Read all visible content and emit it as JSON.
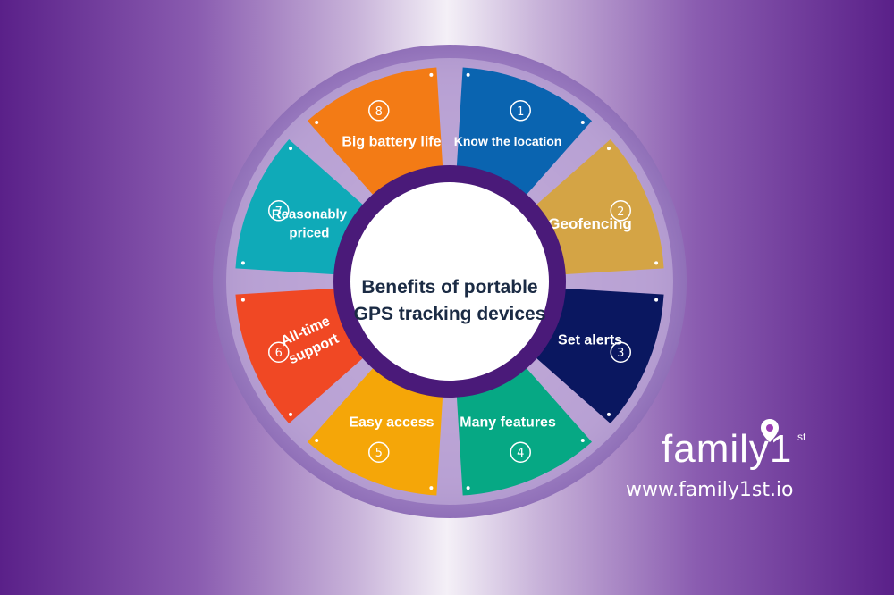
{
  "center": {
    "line1": "Benefits of portable",
    "line2": "GPS tracking devices"
  },
  "segments": [
    {
      "num": "1",
      "lines": [
        "Know the location"
      ],
      "color": "#0a64b0",
      "icon": "number-circle-icon"
    },
    {
      "num": "2",
      "lines": [
        "Geofencing"
      ],
      "color": "#d4a445",
      "icon": "number-circle-icon"
    },
    {
      "num": "3",
      "lines": [
        "Set alerts"
      ],
      "color": "#0a1760",
      "icon": "number-circle-icon"
    },
    {
      "num": "4",
      "lines": [
        "Many features"
      ],
      "color": "#06a884",
      "icon": "number-circle-icon"
    },
    {
      "num": "5",
      "lines": [
        "Easy access"
      ],
      "color": "#f5a608",
      "icon": "number-circle-icon"
    },
    {
      "num": "6",
      "lines": [
        "All-time",
        "support"
      ],
      "color": "#f04824",
      "icon": "number-circle-icon"
    },
    {
      "num": "7",
      "lines": [
        "Reasonably",
        "priced"
      ],
      "color": "#0faab8",
      "icon": "number-circle-icon"
    },
    {
      "num": "8",
      "lines": [
        "Big battery life"
      ],
      "color": "#f37b15",
      "icon": "number-circle-icon"
    }
  ],
  "brand": {
    "name": "family1",
    "sup": "st",
    "url": "www.family1st.io",
    "icon": "location-pin-icon"
  },
  "colors": {
    "ring_outer": "#9a7bbd",
    "ring_purple": "#4a1a79",
    "center_fill": "#ffffff",
    "text_dark": "#1b2b44"
  }
}
